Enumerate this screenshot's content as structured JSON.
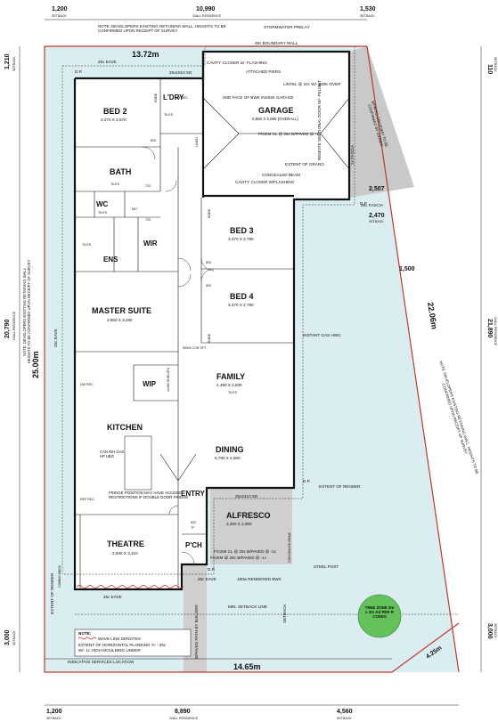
{
  "dims_top": [
    {
      "value": "1,200",
      "sub": "SETBACK"
    },
    {
      "value": "10,990",
      "sub": "O/ALL RESIDENCE"
    },
    {
      "value": "1,530",
      "sub": "SETBACK"
    }
  ],
  "dims_bottom": [
    {
      "value": "1,200",
      "sub": "SETBACK"
    },
    {
      "value": "8,890",
      "sub": "O/ALL RESIDENCE"
    },
    {
      "value": "4,560",
      "sub": "SETBACK"
    }
  ],
  "dims_left": [
    {
      "value": "1,210",
      "sub": "SETBACK"
    },
    {
      "value": "20,790",
      "sub": "O/ALL RESIDENCE"
    },
    {
      "value": "3,000",
      "sub": "SETBACK"
    }
  ],
  "dims_right": [
    {
      "value": "110",
      "sub": "SETBACK"
    },
    {
      "value": "21,890",
      "sub": "O/ALL RESIDENCE"
    },
    {
      "value": "3,000",
      "sub": "SETBACK"
    }
  ],
  "boundary": {
    "top": "13.72m",
    "left": "25.00m",
    "bottom": "14.65m",
    "diagonal": "22.06m",
    "corner": "4.25m"
  },
  "notes": {
    "top_wall": "NOTE: DEVELOPERS EXISTING RETAINING WALL. HEIGHTS TO BE CONFIRMED UPON RECEIPT OF SURVEY",
    "left_wall": "NOTE: DEVELOPERS EXISTING RETAINING WALL. HEIGHTS TO BE CONFIRMED UPON RECEIPT OF SURVEY",
    "right_wall": "NOTE: DEVELOPERS EXISTING RETAINING WALL. HEIGHTS TO BE CONFIRMED UPON RECEIPT OF SURVEY",
    "stormwater": "STORMWATER PRELAY",
    "boundary_wall": "28c BOUNDARY WALL",
    "driveway": "B/PAVED DRIVEWAY TO BE CONFIRMED BY OWNER",
    "fridge": "FRIDGE POSITION MAY HAVE ACCESS RESTRICTIONS IF DOUBLE DOOR FRIDGE",
    "legend_title": "NOTE:",
    "legend_line1": "WAVE LINE DENOTES",
    "legend_line2": "EXTENT OF HORIZONTAL PLANKING 7c - 25c",
    "legend_line3": "W/- 1c HIGH MOULDING UNDER"
  },
  "rooms": [
    {
      "name": "BED 2",
      "size": "3,270 X 2,570"
    },
    {
      "name": "L'DRY",
      "size": ""
    },
    {
      "name": "GARAGE",
      "size": "5,850 X 5,890 (OVERALL)"
    },
    {
      "name": "BATH",
      "size": ""
    },
    {
      "name": "WC",
      "size": ""
    },
    {
      "name": "BED 3",
      "size": "3,470 X 2,780"
    },
    {
      "name": "WIR",
      "size": ""
    },
    {
      "name": "ENS",
      "size": ""
    },
    {
      "name": "BED 4",
      "size": "3,470 X 2,780"
    },
    {
      "name": "MASTER SUITE",
      "size": "3,850 X 3,260"
    },
    {
      "name": "FAMILY",
      "size": "4,490 X 2,830"
    },
    {
      "name": "WIP",
      "size": ""
    },
    {
      "name": "KITCHEN",
      "size": ""
    },
    {
      "name": "DINING",
      "size": "5,780 X 2,800"
    },
    {
      "name": "ENTRY",
      "size": ""
    },
    {
      "name": "ALFRESCO",
      "size": "3,300 X 2,900"
    },
    {
      "name": "THEATRE",
      "size": "3,930 X 3,310"
    },
    {
      "name": "P'CH",
      "size": ""
    }
  ],
  "labels": {
    "eave_top": "25c EAVE",
    "eave_left": "25c EAVE",
    "eave_bottom": "25c EAVE",
    "eave_pch": "25c EAVE",
    "dp": "D.P.",
    "cavity1": "CAVITY CLOSER w/- FLASHING",
    "attached": "ATTACHED PIERS",
    "lintel": "LINTEL @ 22c W/- BWK OVER",
    "bwk_face": "2ND FACE OF BWK INSIDE GARAGE",
    "garage_ceil": "F/CEM CL @ 25c B/PAVED @ -1c",
    "remote_door": "REMOTE SECTIONAL DOOR W/- PELMET",
    "extent_grano": "EXTENT OF GRANO",
    "concealed_beam": "CONCEALED BEAM",
    "cavity2": "CAVITY CLOSER W/FLASHING",
    "fascia_25": "25c FASCIA",
    "fascia_2x": "2x FASCIA",
    "setback_2507": "2,507",
    "setback_2470": "2,470",
    "setback_1500": "1,500",
    "setback_word": "SETBACK",
    "instant_gas": "INSTANT GAS HWU",
    "extent_render1": "EXTENT OF RENDER",
    "extent_render2": "EXTENT OF RENDER",
    "alfresco_ceil": "F/CEM CL @ 25c B/PAVED @ -1c",
    "pch_ceil": "F/CEM @ 25c B/PAVED @ -1c",
    "bwk_rendered": "180w RENDERED BWK",
    "steel_post": "STEEL POST",
    "min_setback": "MIN. SETBACK LINE",
    "services": "INDICATIVE SERVICES LOCATION",
    "tree_zone": "TREE ZONE 3m x 3m AS PER R CODES",
    "path": "B/PAVED PATH BY BUILDER",
    "sd_2410": "25x2410 SD",
    "sd_1510": "25x1510 SD",
    "can_rh": "CAN R/H GAS HP UBO",
    "shelves": "4x450 SHELVES",
    "cor_sft": "900W COR SFT",
    "linen": "LINEN",
    "robe": "ROBE",
    "tiles": "TILES",
    "ref_rec": "REF REC",
    "dw_rec": "DW REC",
    "mh": "MH",
    "combo_mbox": "COMBO MBOX",
    "tf": "TF",
    "door_820": "820",
    "door_720": "720",
    "wm_rec": "WM REC",
    "conc_beam_v": "CONCEALED BEAM"
  },
  "colors": {
    "lot_fill": "#daeef2",
    "driveway_fill": "#c9c9c9",
    "alfresco_fill": "#cfcfcf",
    "tree_fill": "#63c35a",
    "boundary": "#c0392b",
    "wave": "#d62828"
  }
}
